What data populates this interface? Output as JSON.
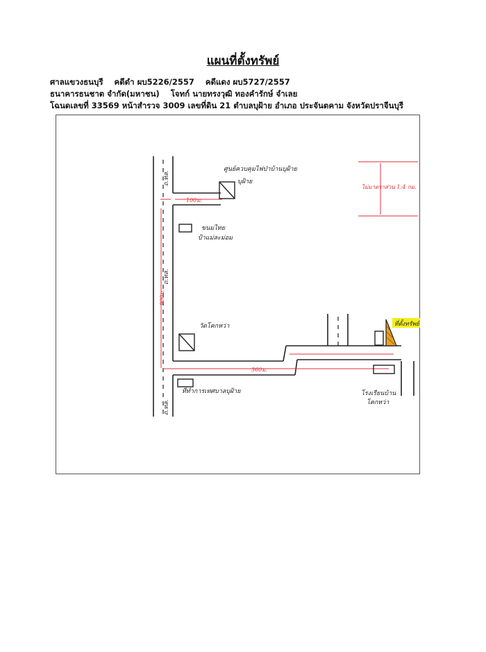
{
  "title": "แผนที่ตั้งทรัพย์",
  "header": {
    "court": "ศาลแขวงธนบุรี",
    "black_case": "คดีดำ ผบ5226/2557",
    "red_case": "คดีแดง ผบ5727/2557",
    "plaintiff": "ธนาคารธนชาต จำกัด(มหาชน)",
    "defendant": "โจทก์ นายทรงวุฒิ ทองคำรักษ์ จำเลย",
    "deed": "โฉนดเลขที่ 33569 หน้าสำรวจ 3009 เลขที่ดิน 21 ตำบลบุฝ้าย อำเภอ ประจันตคาม จังหวัดปราจีนบุรี"
  },
  "map": {
    "road_label_top": "ถ.ทล.",
    "road_label_mid": "ถ.ทล.",
    "road_label_bottom": "ถ.ทล.",
    "landmark_police": "ศูนย์ควบคุมไฟป่าบ้านบุฝ้าย",
    "landmark_police_2": "บุฝ้าย",
    "landmark_shop": "ขนมไทย",
    "landmark_shop_2": "ป้าแม่ละม่อม",
    "landmark_temple": "วัดโคกหว่า",
    "landmark_health": "ที่ทำการเทศบาลบุฝ้าย",
    "landmark_school": "โรงเรียนบ้าน",
    "landmark_school_2": "โคกหว่า",
    "dist_1": "100ม.",
    "dist_2": "900ม.",
    "dist_3": "360ม.",
    "scale_label": "ไม่มาตราส่วน 1:4 กม.",
    "property_label": "ที่ตั้งทรัพย์"
  },
  "colors": {
    "road": "#222222",
    "measure": "#e0303a",
    "property": "#e8a020",
    "highlight": "#f3ef1a"
  }
}
